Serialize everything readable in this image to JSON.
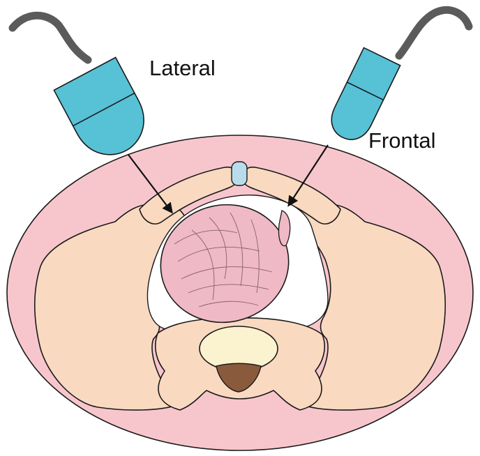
{
  "labels": {
    "lateral": "Lateral",
    "frontal": "Frontal"
  },
  "colors": {
    "probe_fill": "#57c1d6",
    "cable": "#5b5b5b",
    "abdomen": "#f7c6cc",
    "bone": "#f9d9c0",
    "fetal_head": "#f0b9c6",
    "vertebral_body": "#fbf3cf",
    "spinal_canal": "#8a5a3c",
    "symphysis": "#b9dcea",
    "outline": "#1a1a1a"
  },
  "icons": {
    "probe": "ultrasound-transducer",
    "arrow": "beam-direction-arrow"
  }
}
